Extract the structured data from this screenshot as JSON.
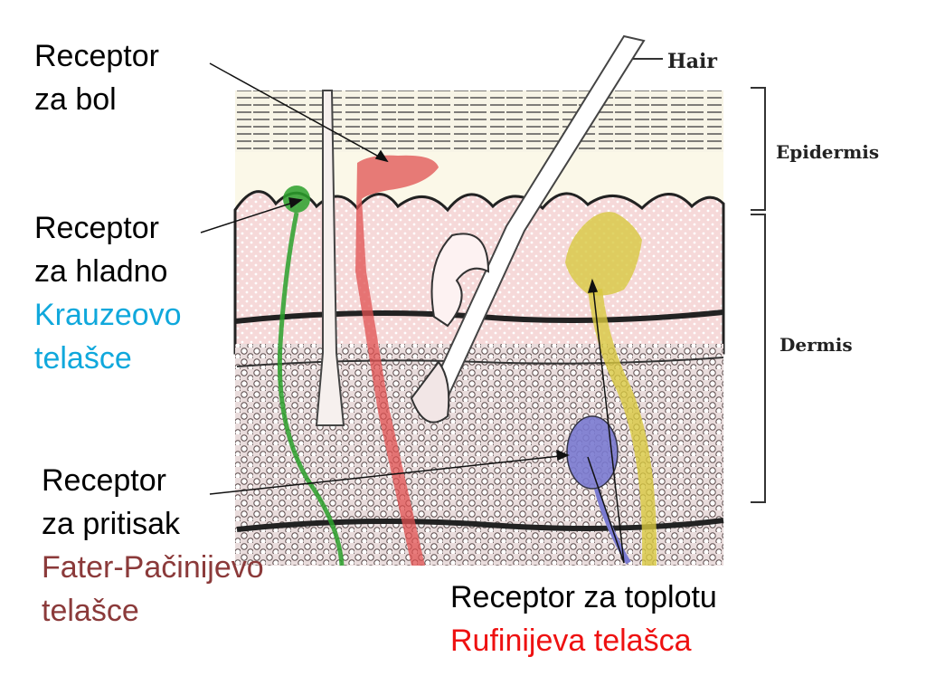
{
  "figure": {
    "hair": "Hair",
    "epidermis": "Epidermis",
    "dermis": "Dermis"
  },
  "labels": {
    "pain": {
      "line1": "Receptor",
      "line2": "za bol"
    },
    "cold": {
      "line1": "Receptor",
      "line2": "za hladno",
      "name1": "Krauzeovo",
      "name2": "telašce"
    },
    "pressure": {
      "line1": "Receptor",
      "line2": "za pritisak",
      "name1": "Fater-Pačinijevo",
      "name2": "telašce"
    },
    "heat": {
      "line1": "Receptor za toplotu",
      "name1": "Rufinijeva telašca"
    }
  },
  "colors": {
    "cold_name": "#10a8dc",
    "pressure_name": "#8b3a3a",
    "heat_name": "#ee1111",
    "pain_receptor": "#e05050",
    "cold_receptor": "#2aa02a",
    "heat_receptor": "#d8c840",
    "pressure_receptor": "#7a7ad0"
  }
}
